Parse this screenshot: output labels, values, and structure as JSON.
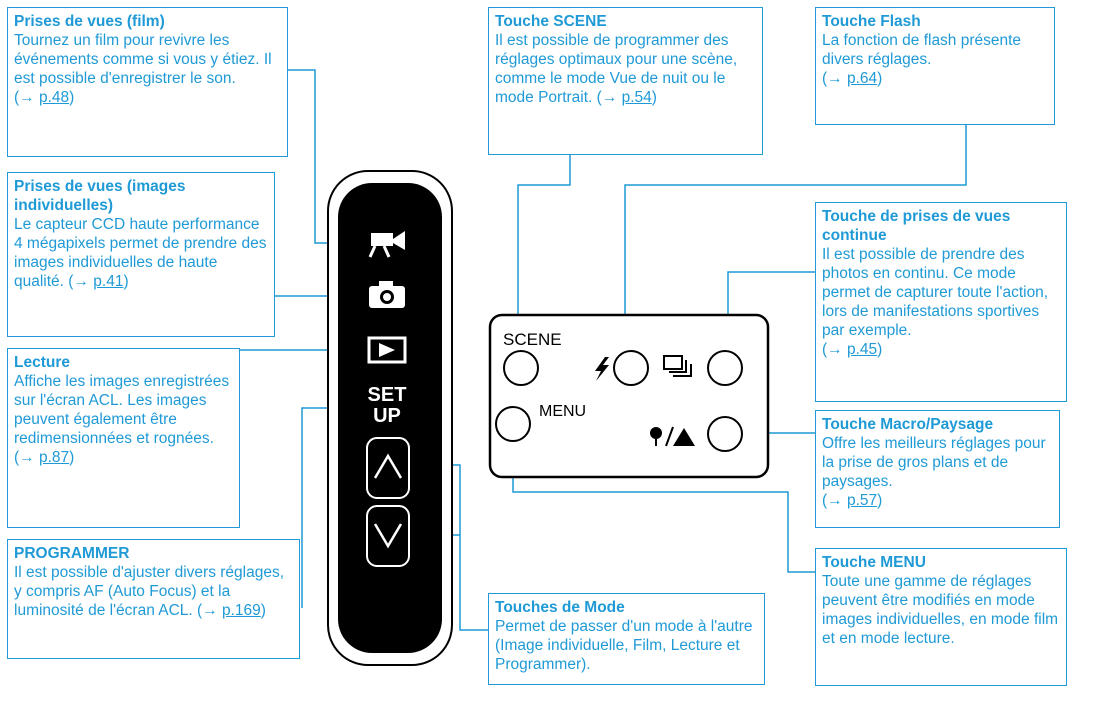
{
  "colors": {
    "accent": "#1f9ad6",
    "panel": "#000000"
  },
  "callouts": {
    "film": {
      "title": "Prises de vues (film)",
      "body": "Tournez un film pour revivre les événements comme si vous y étiez. Il est possible d'enregistrer le son.",
      "ref_prefix": "(→ ",
      "ref": "p.48",
      "ref_suffix": ")"
    },
    "still": {
      "title": "Prises de vues (images individuelles)",
      "body": "Le capteur CCD haute performance 4 mégapixels permet de prendre des images individuelles de haute qualité. ",
      "ref_prefix": "(→ ",
      "ref": "p.41",
      "ref_suffix": ")"
    },
    "playback": {
      "title": "Lecture",
      "body": "Affiche les images enregistrées sur l'écran ACL. Les images peuvent également être redimensionnées et rognées.",
      "ref_prefix": "(→ ",
      "ref": "p.87",
      "ref_suffix": ")"
    },
    "setup": {
      "title": "PROGRAMMER",
      "body": "Il est possible d'ajuster divers réglages, y compris AF (Auto Focus) et la luminosité de l'écran ACL. ",
      "ref_prefix": "(→ ",
      "ref": "p.169",
      "ref_suffix": ")"
    },
    "scene": {
      "title": "Touche SCENE",
      "body": "Il est possible de programmer des réglages optimaux pour une scène, comme le mode Vue de nuit ou le mode Portrait. ",
      "ref_prefix": "(→ ",
      "ref": "p.54",
      "ref_suffix": ")"
    },
    "flash": {
      "title": "Touche Flash",
      "body": "La fonction de flash présente divers réglages.",
      "ref_prefix": "(→ ",
      "ref": "p.64",
      "ref_suffix": ")"
    },
    "continuous": {
      "title": "Touche de prises de vues continue",
      "body": "Il est possible de prendre des photos en continu. Ce mode permet de capturer toute l'action, lors de manifestations sportives par exemple.",
      "ref_prefix": "(→ ",
      "ref": "p.45",
      "ref_suffix": ")"
    },
    "macro": {
      "title": "Touche Macro/Paysage",
      "body": "Offre les meilleurs réglages pour la prise de gros plans et de paysages.",
      "ref_prefix": "(→ ",
      "ref": "p.57",
      "ref_suffix": ")"
    },
    "mode": {
      "title": "Touches de Mode",
      "body": "Permet de passer d'un mode à l'autre (Image individuelle, Film, Lecture et Programmer)."
    },
    "menu": {
      "title": "Touche MENU",
      "body": "Toute une gamme de réglages peuvent être modifiés en mode images individuelles, en mode film et en mode lecture."
    }
  },
  "camera": {
    "mode_panel": {
      "setup_label_1": "SET",
      "setup_label_2": "UP"
    },
    "button_panel": {
      "scene_label": "SCENE",
      "menu_label": "MENU"
    }
  }
}
